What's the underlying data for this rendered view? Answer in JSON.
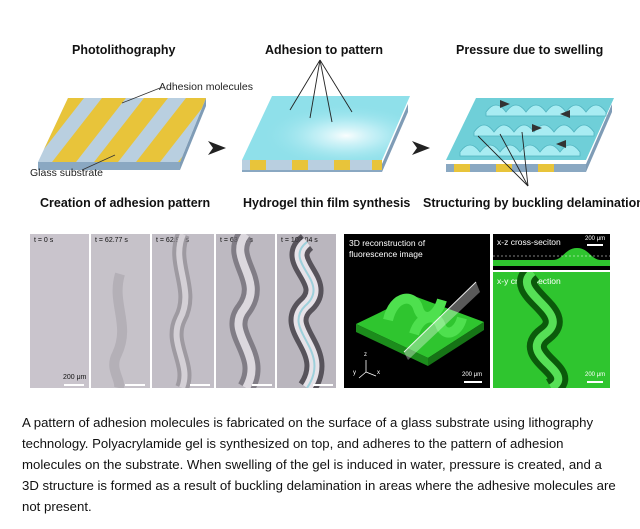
{
  "stages": [
    {
      "title": "Photolithography",
      "caption": "Creation of adhesion pattern"
    },
    {
      "title": "Adhesion to pattern",
      "caption": "Hydrogel thin film synthesis"
    },
    {
      "title": "Pressure due to swelling",
      "caption": "Structuring by buckling delamination"
    }
  ],
  "callouts": {
    "adhesion_molecules": "Adhesion molecules",
    "glass_substrate": "Glass substrate"
  },
  "time_panels": [
    "t = 0 s",
    "t = 62.77 s",
    "t = 62.93 s",
    "t = 63.74 s",
    "t = 103.04 s"
  ],
  "scale_bar_label": "200 μm",
  "fluorescence": {
    "reconstruction_label": "3D reconstruction of fluorescence image",
    "xz_label": "x-z cross-seciton",
    "xy_label": "x-y cross-section",
    "scale": "200 μm",
    "axis_x": "x",
    "axis_y": "y",
    "axis_z": "z"
  },
  "caption": "A pattern of adhesion molecules is fabricated on the surface of a glass substrate using lithography technology. Polyacrylamide gel is synthesized on top, and adheres to the pattern of adhesion molecules on the substrate. When swelling of the gel is induced in water, pressure is created, and a 3D structure is formed as a result of buckling delamination in areas where the adhesive molecules are not present.",
  "colors": {
    "glass": "#b9cfe0",
    "adhesion": "#e8c43a",
    "gel": "#8fe0ea",
    "fluorescence": "#2fc52f"
  }
}
